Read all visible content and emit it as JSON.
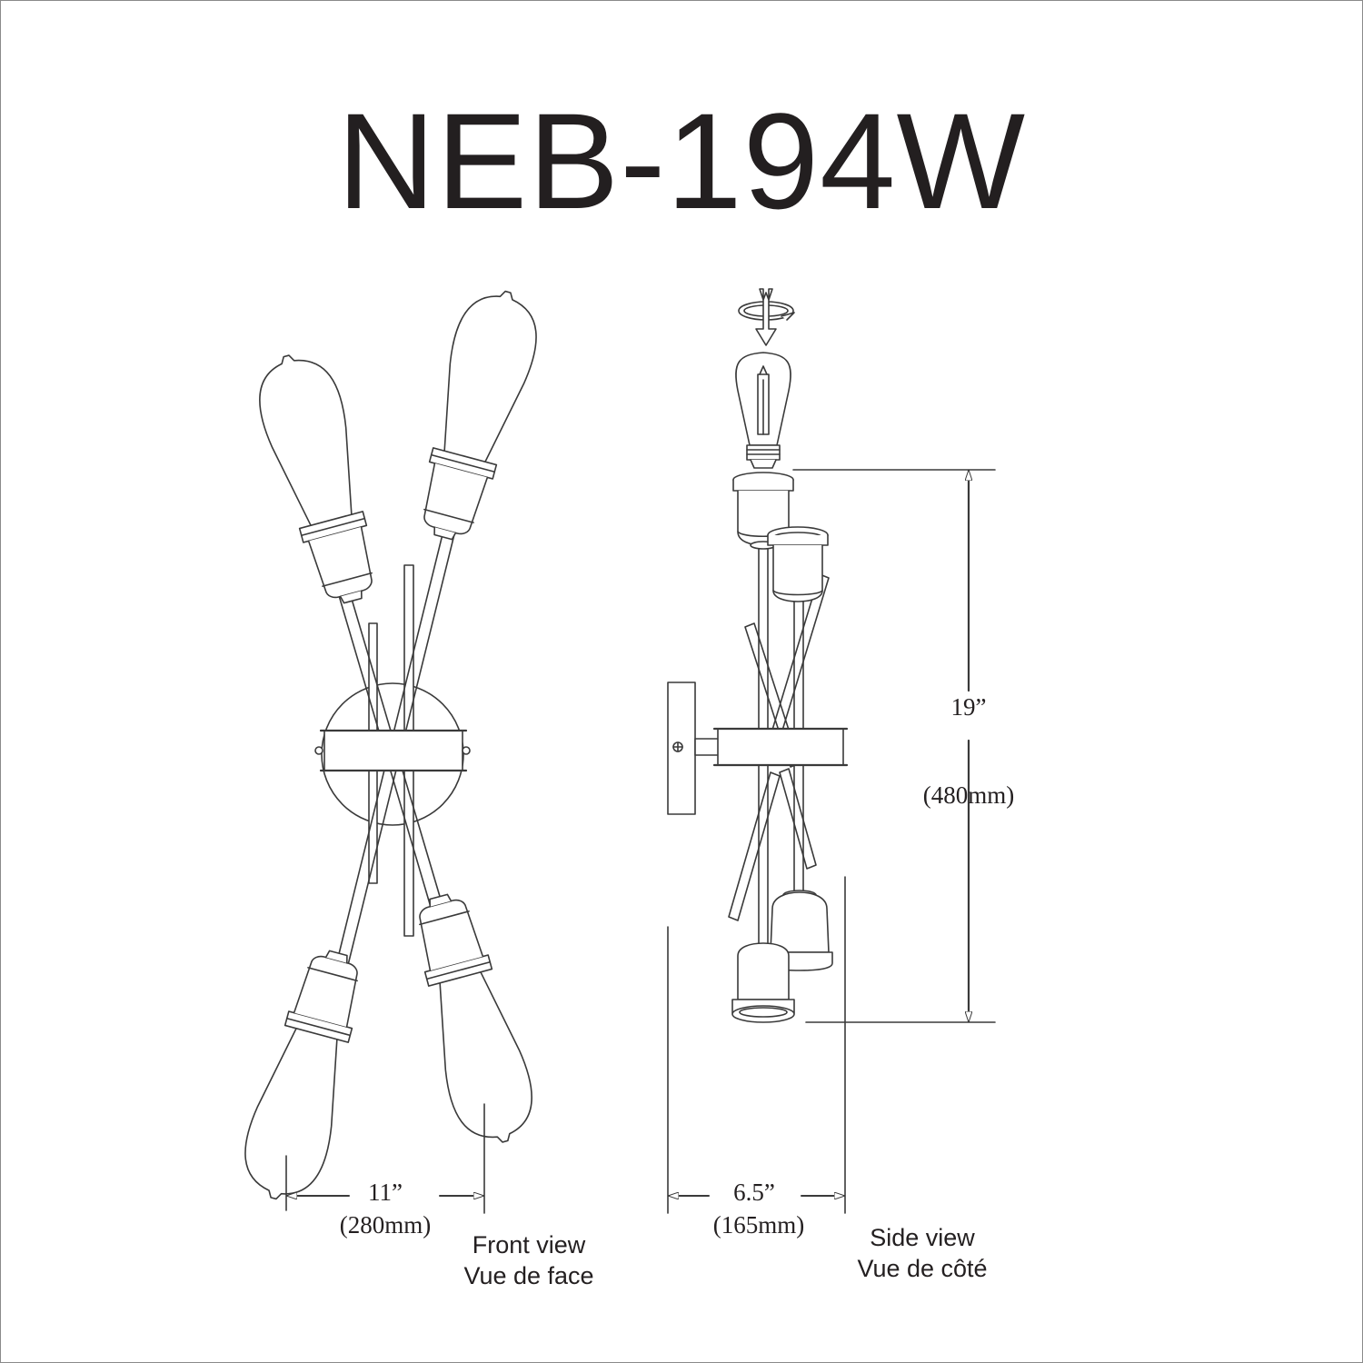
{
  "title": "NEB-194W",
  "front_view": {
    "label_en": "Front view",
    "label_fr": "Vue de face",
    "width_dimension": {
      "imperial": "11”",
      "metric": "(280mm)"
    }
  },
  "side_view": {
    "label_en": "Side view",
    "label_fr": "Vue de côté",
    "depth_dimension": {
      "imperial": "6.5”",
      "metric": "(165mm)"
    },
    "height_dimension": {
      "imperial": "19”",
      "metric": "(480mm)"
    }
  },
  "colors": {
    "ink": "#231f20",
    "line": "#3a3a3a",
    "border": "#8a8a8a",
    "background": "#ffffff"
  }
}
